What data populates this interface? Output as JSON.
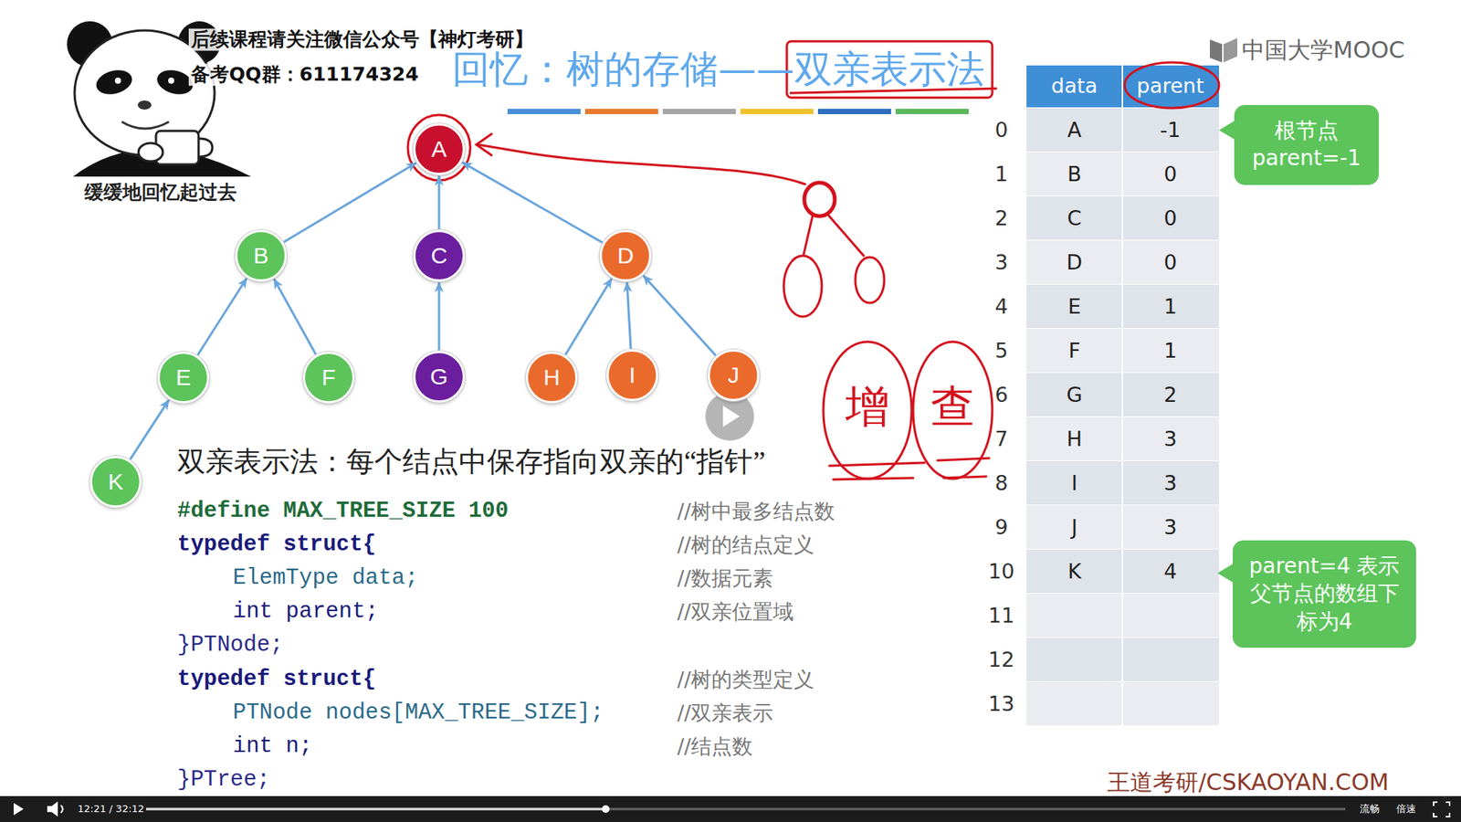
{
  "diagram": {
    "title": "回忆：树的存储——双亲表示法",
    "nodes": [
      {
        "text": [
          "A"
        ]
      },
      {
        "text": [
          "B"
        ]
      },
      {
        "text": [
          "C"
        ]
      },
      {
        "text": [
          "D"
        ]
      },
      {
        "text": [
          "E"
        ]
      },
      {
        "text": [
          "F"
        ]
      },
      {
        "text": [
          "G"
        ]
      },
      {
        "text": [
          "H"
        ]
      },
      {
        "text": [
          "I"
        ]
      },
      {
        "text": [
          "J"
        ]
      },
      {
        "text": [
          "K"
        ]
      },
      {
        "text": [
          "根节点 parent=-1"
        ]
      },
      {
        "text": [
          "parent=4 表示父节点的数组下标为4"
        ]
      }
    ],
    "edges": [
      {
        "from": 1,
        "to": 0,
        "arrow": "to"
      },
      {
        "from": 2,
        "to": 0,
        "arrow": "to"
      },
      {
        "from": 3,
        "to": 0,
        "arrow": "to"
      },
      {
        "from": 4,
        "to": 1,
        "arrow": "to"
      },
      {
        "from": 5,
        "to": 1,
        "arrow": "to"
      },
      {
        "from": 6,
        "to": 2,
        "arrow": "to"
      },
      {
        "from": 7,
        "to": 3,
        "arrow": "to"
      },
      {
        "from": 8,
        "to": 3,
        "arrow": "to"
      },
      {
        "from": 9,
        "to": 3,
        "arrow": "to"
      },
      {
        "from": 10,
        "to": 4,
        "arrow": "to"
      }
    ],
    "labels": [
      "后续课程请关注微信公众号【神灯考研】",
      "备考QQ群：611174324",
      "缓缓地回忆起过去",
      "中国大学MOOC",
      "双亲表示法：每个结点中保存指向双亲的“指针”",
      "#define MAX_TREE_SIZE 100",
      "typedef struct{",
      "ElemType data;",
      "int parent;",
      "}PTNode;",
      "typedef struct{",
      "PTNode nodes[MAX_TREE_SIZE];",
      "int n;",
      "}PTree;",
      "//树中最多结点数",
      "//树的结点定义",
      "//数据元素",
      "//双亲位置域",
      "//树的类型定义",
      "//双亲表示",
      "//结点数",
      "data",
      "parent",
      "0",
      "A",
      "-1",
      "1",
      "B",
      "0",
      "2",
      "C",
      "0",
      "3",
      "D",
      "0",
      "4",
      "E",
      "1",
      "5",
      "F",
      "1",
      "6",
      "G",
      "2",
      "7",
      "H",
      "3",
      "8",
      "I",
      "3",
      "9",
      "J",
      "3",
      "10",
      "K",
      "4",
      "11",
      "12",
      "13",
      "增",
      "查",
      "王道考研/CSKAOYAN.COM",
      "12:21 / 32:12",
      "流畅",
      "倍速"
    ]
  }
}
